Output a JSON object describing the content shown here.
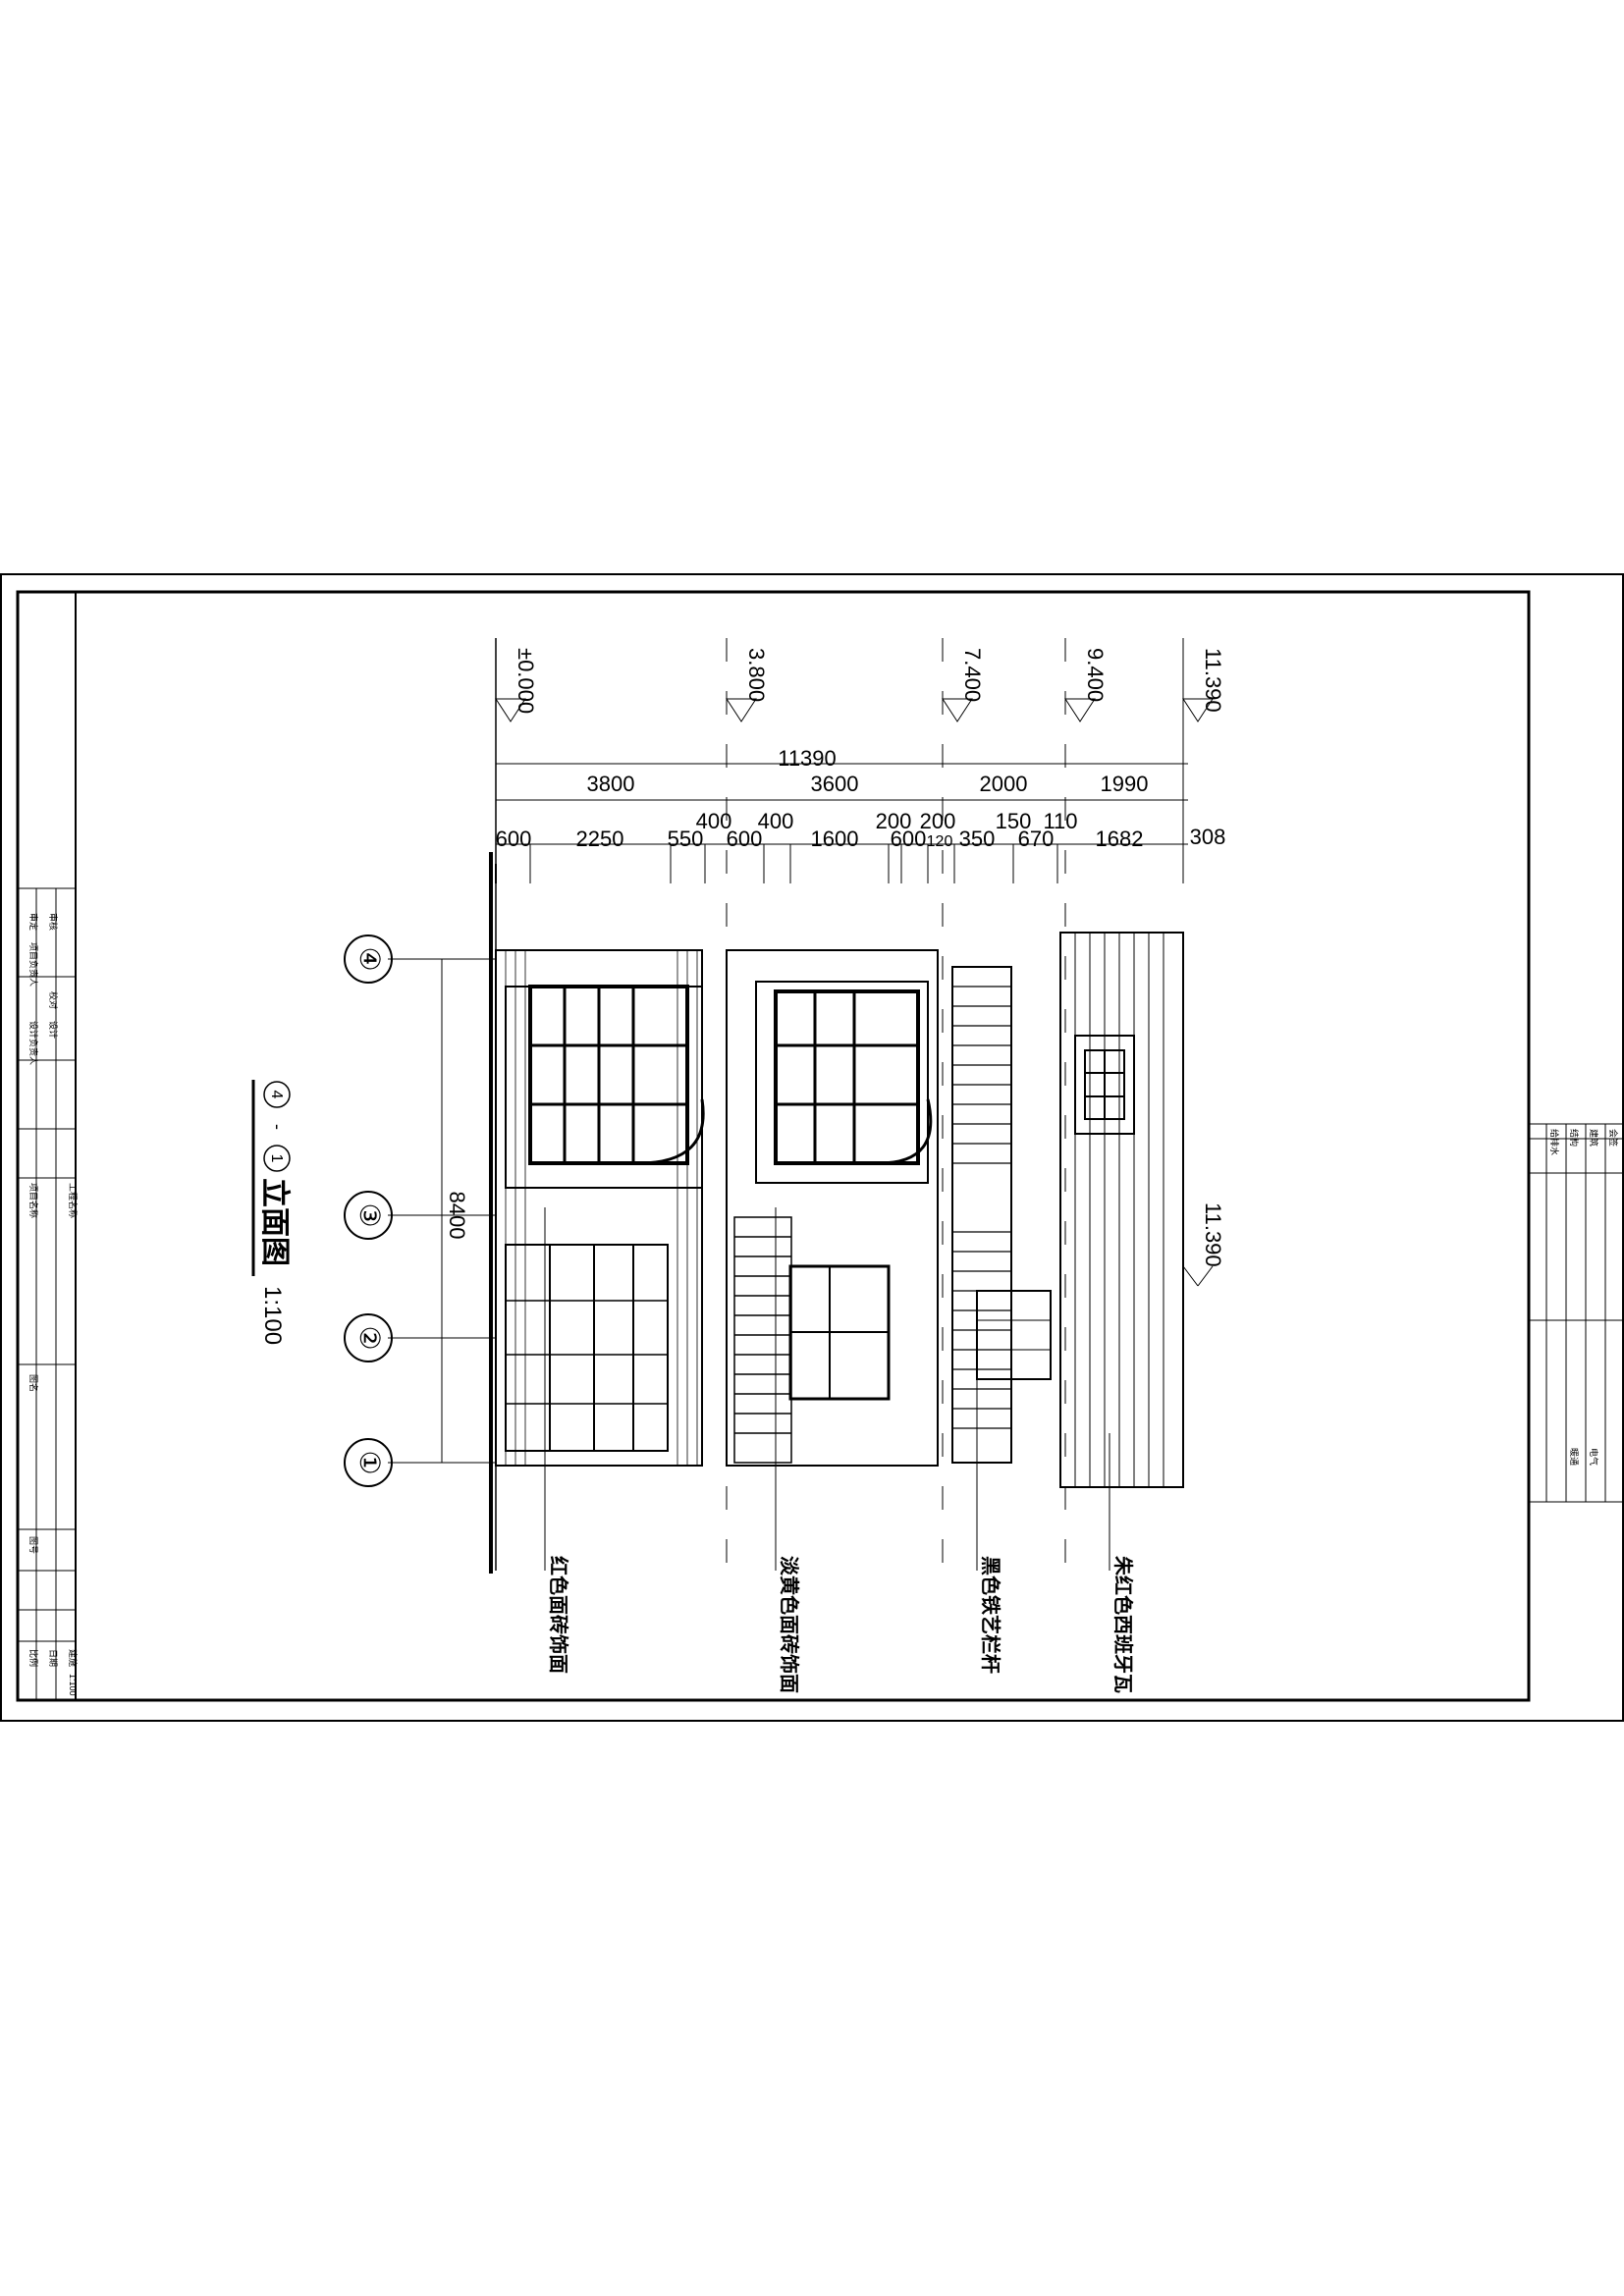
{
  "elevation_marks": [
    "±0.000",
    "3.800",
    "7.400",
    "9.400",
    "11.390"
  ],
  "roof_level_label": "11.390",
  "dimension_total": "11390",
  "dimension_row1": [
    "3800",
    "3600",
    "2000",
    "1990"
  ],
  "dimension_row2": [
    "400",
    "400",
    "200",
    "200",
    "150",
    "110"
  ],
  "dimension_row3": [
    "600",
    "2250",
    "550",
    "600",
    "1600",
    "600",
    "120",
    "350",
    "670",
    "1682",
    "308"
  ],
  "axis_labels": [
    "①",
    "②",
    "③",
    "④"
  ],
  "axis_span": "8400",
  "drawing_title": {
    "circle_from": "4",
    "dash": "-",
    "circle_to": "1",
    "name": "立面图",
    "scale": "1:100"
  },
  "material_notes": [
    "红色面砖饰面",
    "淡黄色面砖饰面",
    "黑色铁艺栏杆",
    "朱红色西班牙瓦"
  ],
  "title_block_left": [
    "审定",
    "审核",
    "项目负责人",
    "校对",
    "设计负责人",
    "设计",
    "工程名称",
    "项目名称",
    "图名",
    "图号",
    "比例",
    "日期",
    "建施",
    "1:100"
  ],
  "title_block_right": [
    "会签",
    "建筑",
    "结构",
    "给排水",
    "电气",
    "暖通"
  ],
  "colors": {
    "line": "#000000",
    "background": "#ffffff"
  }
}
